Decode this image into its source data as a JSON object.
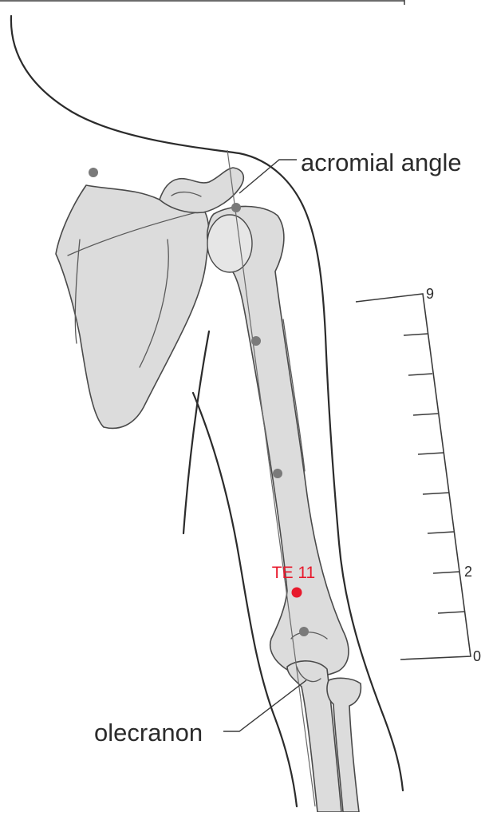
{
  "labels": {
    "acromial_angle": "acromial angle",
    "olecranon": "olecranon",
    "point_name": "TE 11"
  },
  "scale": {
    "top_label": "9",
    "mid_label": "2",
    "bottom_label": "0"
  },
  "colors": {
    "highlight_point": "#e8192c",
    "reference_point": "#7a7a7a",
    "bone_fill": "#dcdcdc",
    "outline": "#2b2b2b"
  }
}
